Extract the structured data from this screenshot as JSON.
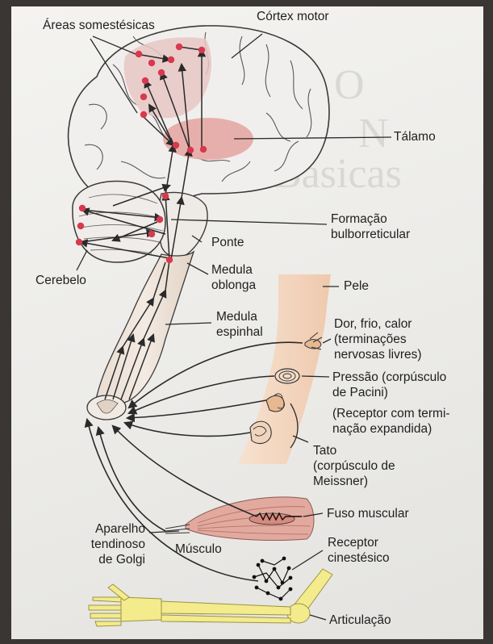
{
  "labels": {
    "areas_somestesicas": "Áreas somestésicas",
    "cortex_motor": "Córtex motor",
    "talamo": "Tálamo",
    "formacao_1": "Formação",
    "formacao_2": "bulborreticular",
    "ponte": "Ponte",
    "cerebelo": "Cerebelo",
    "medula_oblonga_1": "Medula",
    "medula_oblonga_2": "oblonga",
    "medula_espinhal_1": "Medula",
    "medula_espinhal_2": "espinhal",
    "pele": "Pele",
    "dor_1": "Dor, frio, calor",
    "dor_2": "(terminações",
    "dor_3": "nervosas livres)",
    "pressao_1": "Pressão (corpúsculo",
    "pressao_2": "de Pacini)",
    "receptor_exp_1": "(Receptor com termi-",
    "receptor_exp_2": "nação expandida)",
    "tato_1": "Tato",
    "tato_2": "(corpúsculo de",
    "tato_3": "Meissner)",
    "fuso": "Fuso muscular",
    "aparelho_1": "Aparelho",
    "aparelho_2": "tendinoso",
    "aparelho_3": "de Golgi",
    "musculo": "Músculo",
    "receptor_cin_1": "Receptor",
    "receptor_cin_2": "cinestésico",
    "articulacao": "Articulação"
  },
  "colors": {
    "cortex_fill": "#e8c7c4",
    "talamo_fill": "#e6a7a3",
    "node_red": "#d9384d",
    "skin_fill": "#f3d5bd",
    "muscle_fill": "#e2a99f",
    "bone_fill": "#f3eb8c",
    "arrow": "#2a2a2a"
  }
}
